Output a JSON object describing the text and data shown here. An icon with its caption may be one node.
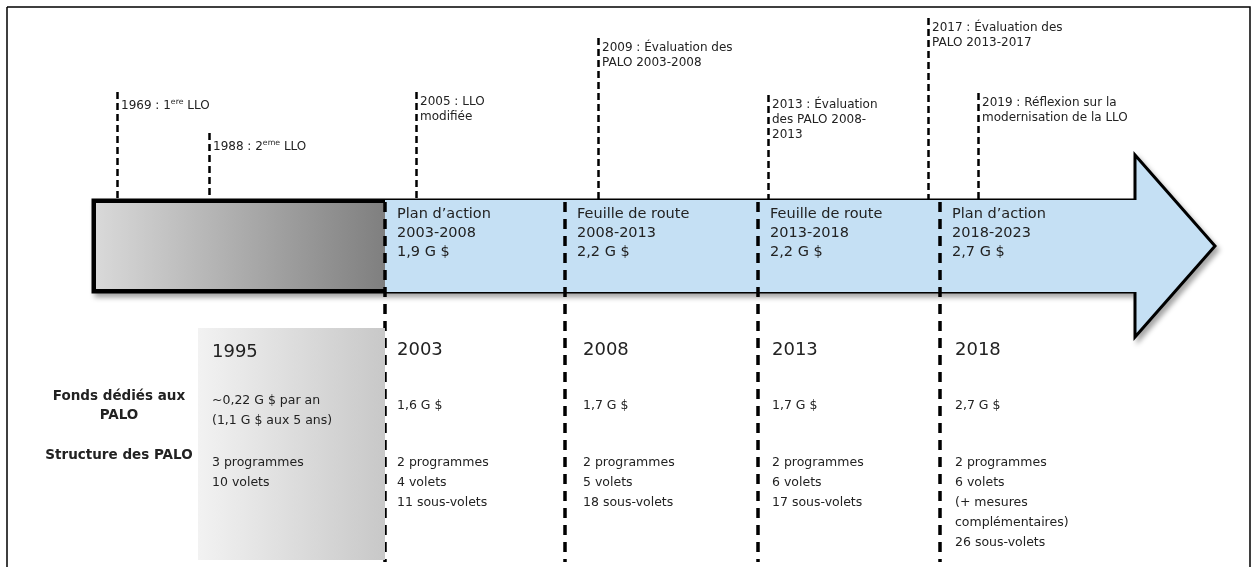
{
  "diagram": {
    "nodes": [
      {
        "text": [],
        "shape": "arrow"
      },
      {
        "text": [],
        "shape": "box",
        "in": 0
      },
      {
        "text": [
          "Plan d’action",
          "2003-2008",
          "1,9 G $"
        ],
        "in": 0
      },
      {
        "text": [
          "Feuille de route",
          "2008-2013",
          "2,2 G $"
        ],
        "in": 0
      },
      {
        "text": [
          "Feuille de route",
          "2013-2018",
          "2,2 G $"
        ],
        "in": 0
      },
      {
        "text": [
          "Plan d’action",
          "2018-2023",
          "2,7 G $"
        ],
        "in": 0
      },
      {
        "text": [
          "1995",
          "~0,22 G $ par an",
          "(1,1 G $ aux 5 ans)",
          "3 programmes",
          "10 volets"
        ]
      },
      {
        "text": [
          "1969 : 1$^{ere}$ LLO"
        ]
      },
      {
        "text": [
          "1988 : 2$^{eme}$ LLO"
        ]
      },
      {
        "text": [
          "2005 : LLO modifiée"
        ]
      },
      {
        "text": [
          "2009 : Évaluation des PALO 2003-2008"
        ]
      },
      {
        "text": [
          "2013 : Évaluation des PALO 2008-2013"
        ]
      },
      {
        "text": [
          "2017 : Évaluation des PALO 2013-2017"
        ]
      },
      {
        "text": [
          "2019 : Réflexion sur la modernisation de la LLO"
        ]
      }
    ],
    "edges": [
      {
        "from": 7,
        "to": 1,
        "arrow": "none",
        "style": "dashed"
      },
      {
        "from": 8,
        "to": 1,
        "arrow": "none",
        "style": "dashed"
      },
      {
        "from": 9,
        "to": 2,
        "arrow": "none",
        "style": "dashed"
      },
      {
        "from": 10,
        "to": 3,
        "arrow": "none",
        "style": "dashed"
      },
      {
        "from": 11,
        "to": 4,
        "arrow": "none",
        "style": "dashed"
      },
      {
        "from": 12,
        "to": 4,
        "arrow": "none",
        "style": "dashed"
      },
      {
        "from": 13,
        "to": 5,
        "arrow": "none",
        "style": "dashed"
      }
    ],
    "labels": [
      "2003",
      "2008",
      "2013",
      "2018",
      "Fonds dédiés aux PALO",
      "1,6 G $",
      "1,7 G $",
      "1,7 G $",
      "2,7 G $",
      "Structure des PALO",
      "2 programmes",
      "2 programmes",
      "2 programmes",
      "2 programmes",
      "4 volets",
      "5 volets",
      "6 volets",
      "6 volets",
      "11 sous-volets",
      "18 sous-volets",
      "17 sous-volets",
      "(+ mesures complémentaires)",
      "26 sous-volets"
    ]
  }
}
